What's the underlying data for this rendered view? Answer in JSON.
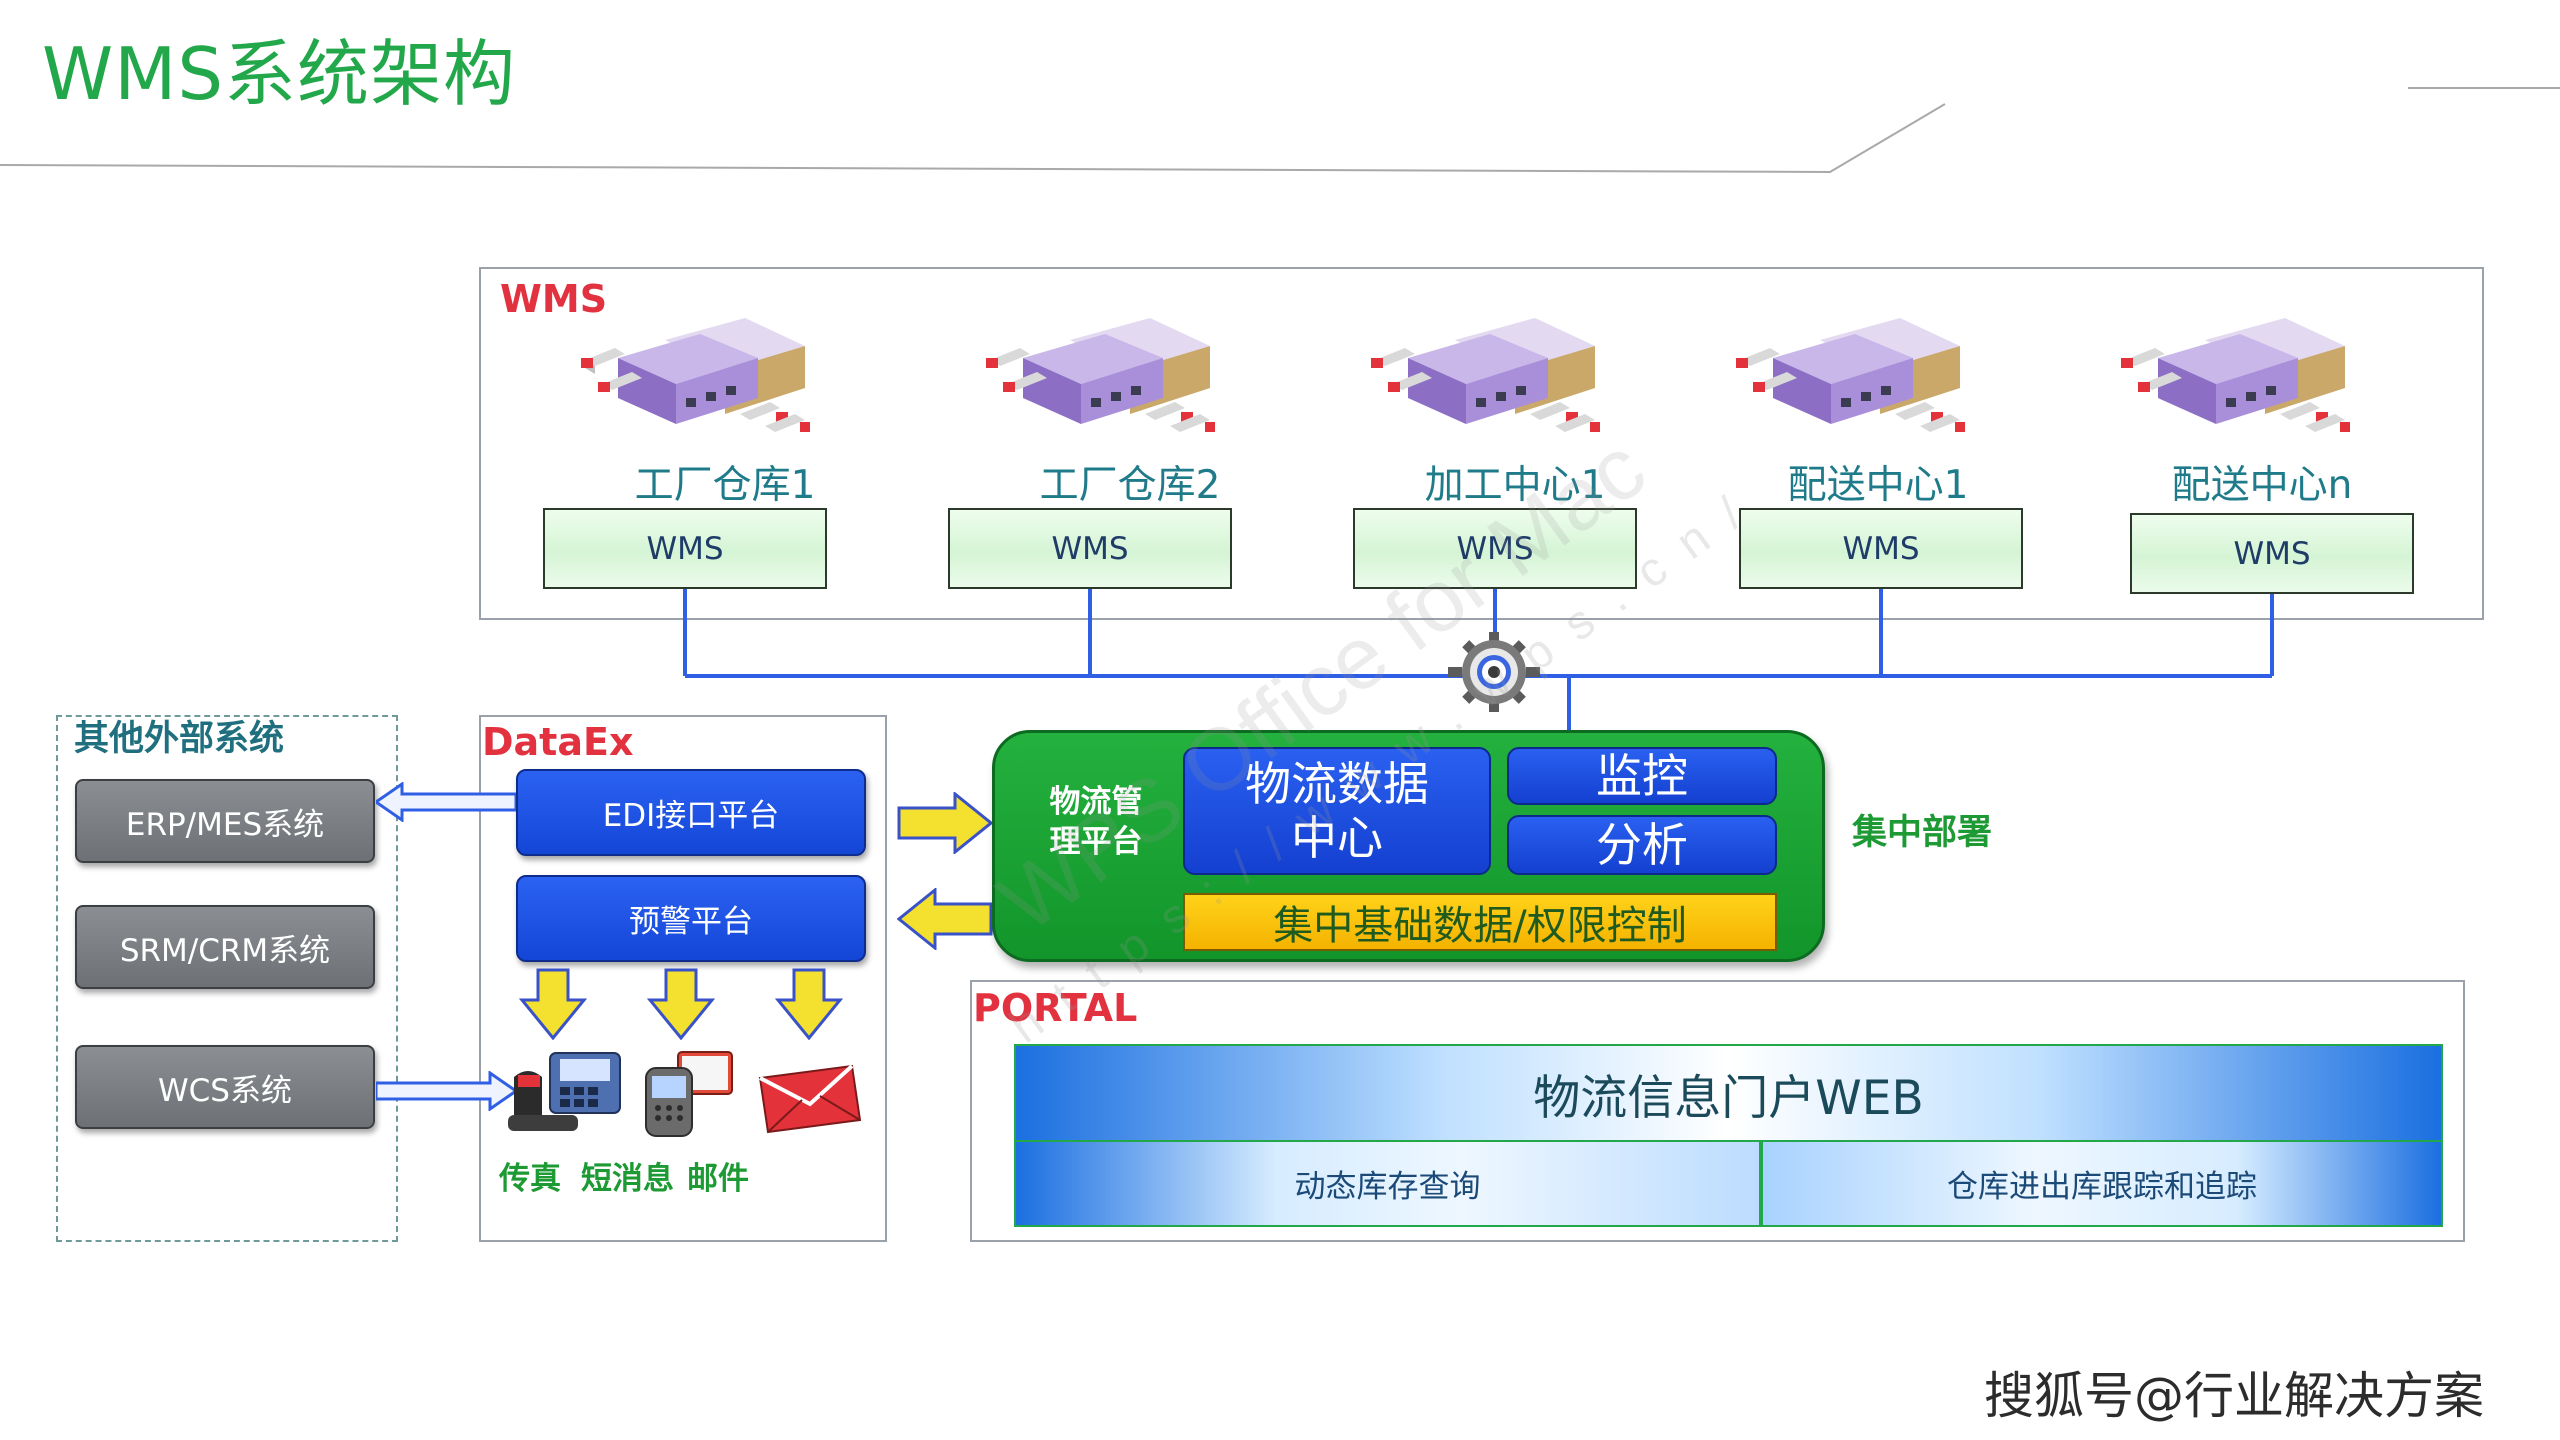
{
  "title": "WMS系统架构",
  "colors": {
    "title_green": "#22a84a",
    "panel_title_red": "#e2323f",
    "line_blue": "#2f5fe4",
    "central_green": "#12952a",
    "btn_blue": "#1446d6",
    "control_yellow": "#f4b300"
  },
  "wms_panel": {
    "title": "WMS",
    "sites": [
      {
        "label": "工厂仓库1",
        "box": "WMS"
      },
      {
        "label": "工厂仓库2",
        "box": "WMS"
      },
      {
        "label": "加工中心1",
        "box": "WMS"
      },
      {
        "label": "配送中心1",
        "box": "WMS"
      },
      {
        "label": "配送中心n",
        "box": "WMS"
      }
    ]
  },
  "external_panel": {
    "title": "其他外部系统",
    "systems": [
      "ERP/MES系统",
      "SRM/CRM系统",
      "WCS系统"
    ]
  },
  "dataex_panel": {
    "title": "DataEx",
    "edi_platform": "EDI接口平台",
    "alert_platform": "预警平台",
    "channel_icons": [
      "fax-phone-icon",
      "mobile-sms-icon",
      "mail-envelope-icon"
    ],
    "notify_labels": [
      "传真",
      "短消息",
      "邮件"
    ]
  },
  "central": {
    "label": "物流管理平台",
    "label_line1": "物流管",
    "label_line2": "理平台",
    "data_center_line1": "物流数据",
    "data_center_line2": "中心",
    "monitor": "监控",
    "analysis": "分析",
    "base_data": "集中基础数据/权限控制",
    "deploy": "集中部署"
  },
  "portal_panel": {
    "title": "PORTAL",
    "main": "物流信息门户WEB",
    "subs": [
      "动态库存查询",
      "仓库进出库跟踪和追踪"
    ]
  },
  "watermark": {
    "main": "WPS Office for Mac",
    "url": "https://www.wps.cn/"
  },
  "credit": "搜狐号@行业解决方案",
  "icons": {
    "warehouse": "warehouse-icon",
    "gear": "gear-icon",
    "arrow_down": "arrow-down-icon",
    "arrow_left": "arrow-left-icon",
    "arrow_right": "arrow-right-icon"
  }
}
